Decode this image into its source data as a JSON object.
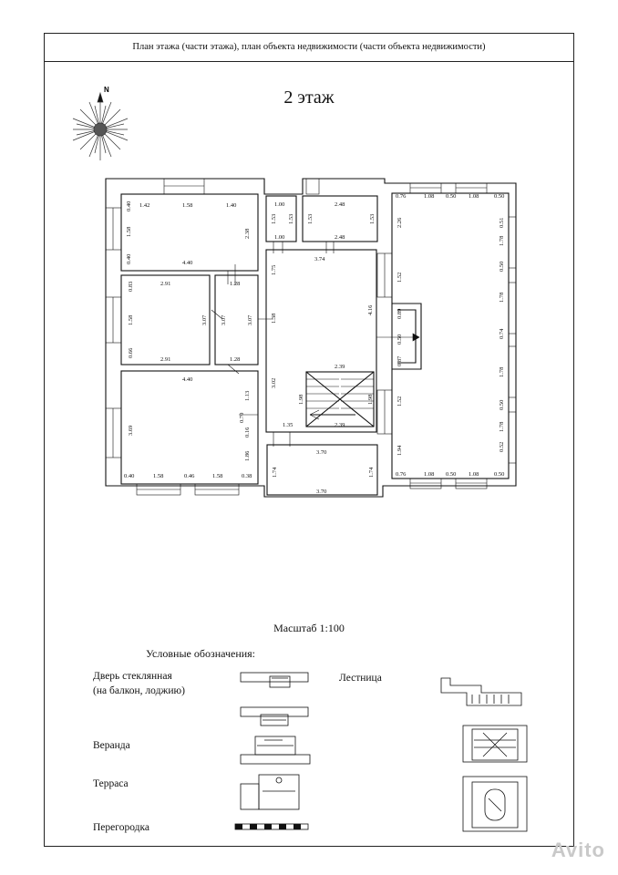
{
  "header": {
    "title": "План этажа (части этажа), план объекта недвижимости (части объекта недвижимости)"
  },
  "floor_title": "2 этаж",
  "north_label": "N",
  "scale_label": "Масштаб 1:100",
  "legend": {
    "title": "Условные обозначения:",
    "glass_door_line1": "Дверь стеклянная",
    "glass_door_line2": "(на балкон, лоджию)",
    "stairs": "Лестница",
    "veranda": "Веранда",
    "terrace": "Терраса",
    "partition": "Перегородка"
  },
  "dimensions": {
    "room1_top_a": "1.42",
    "room1_top_b": "1.58",
    "room1_top_c": "1.40",
    "room1_left_a": "0.40",
    "room1_left_b": "1.58",
    "room1_left_c": "0.40",
    "room1_right": "2.38",
    "room1_bottom": "4.40",
    "wc1_top": "1.00",
    "wc1_left": "1.53",
    "wc1_right": "1.53",
    "wc1_bottom": "1.00",
    "wc2_top": "2.48",
    "wc2_left": "1.53",
    "wc2_right": "1.53",
    "wc2_bottom": "2.48",
    "room2_top": "2.91",
    "room2_left_a": "0.83",
    "room2_left_b": "1.58",
    "room2_left_c": "0.66",
    "room2_right": "3.07",
    "room2_bottom": "2.91",
    "corr_top": "1.28",
    "corr_left": "3.07",
    "corr_right": "3.07",
    "corr_bottom": "1.28",
    "hall_top": "3.74",
    "hall_left_a": "1.75",
    "hall_left_b": "1.38",
    "hall_left_c": "3.02",
    "hall_right": "4.16",
    "hall_mid": "2.39",
    "hall_bottom": "2.39",
    "hall_stair_left": "1.98",
    "hall_stair_right": "1.98",
    "hall_bottom_left": "1.35",
    "room3_top": "4.40",
    "room3_left": "3.69",
    "room3_right_a": "1.13",
    "room3_right_b": "0.70",
    "room3_right_c": "0.16",
    "room3_right_d": "1.86",
    "room3_bottom_a": "0.40",
    "room3_bottom_b": "1.58",
    "room3_bottom_c": "0.46",
    "room3_bottom_d": "1.58",
    "room3_bottom_e": "0.38",
    "bal_top": "3.70",
    "bal_left": "1.74",
    "bal_right": "1.74",
    "bal_bottom": "3.70",
    "big_top_a": "0.76",
    "big_top_b": "1.08",
    "big_top_c": "0.50",
    "big_top_d": "1.08",
    "big_top_e": "0.50",
    "big_left_a": "2.26",
    "big_left_b": "1.52",
    "big_left_c": "0.89",
    "big_left_d": "0.50",
    "big_left_e": "0.87",
    "big_left_f": "1.52",
    "big_left_g": "1.94",
    "big_right_a": "0.51",
    "big_right_b": "1.78",
    "big_right_c": "0.50",
    "big_right_d": "1.78",
    "big_right_e": "0.74",
    "big_right_f": "1.78",
    "big_right_g": "0.50",
    "big_right_h": "1.78",
    "big_right_i": "0.52",
    "big_bottom_a": "0.76",
    "big_bottom_b": "1.08",
    "big_bottom_c": "0.50",
    "big_bottom_d": "1.08",
    "big_bottom_e": "0.50"
  },
  "watermark": "Avito"
}
